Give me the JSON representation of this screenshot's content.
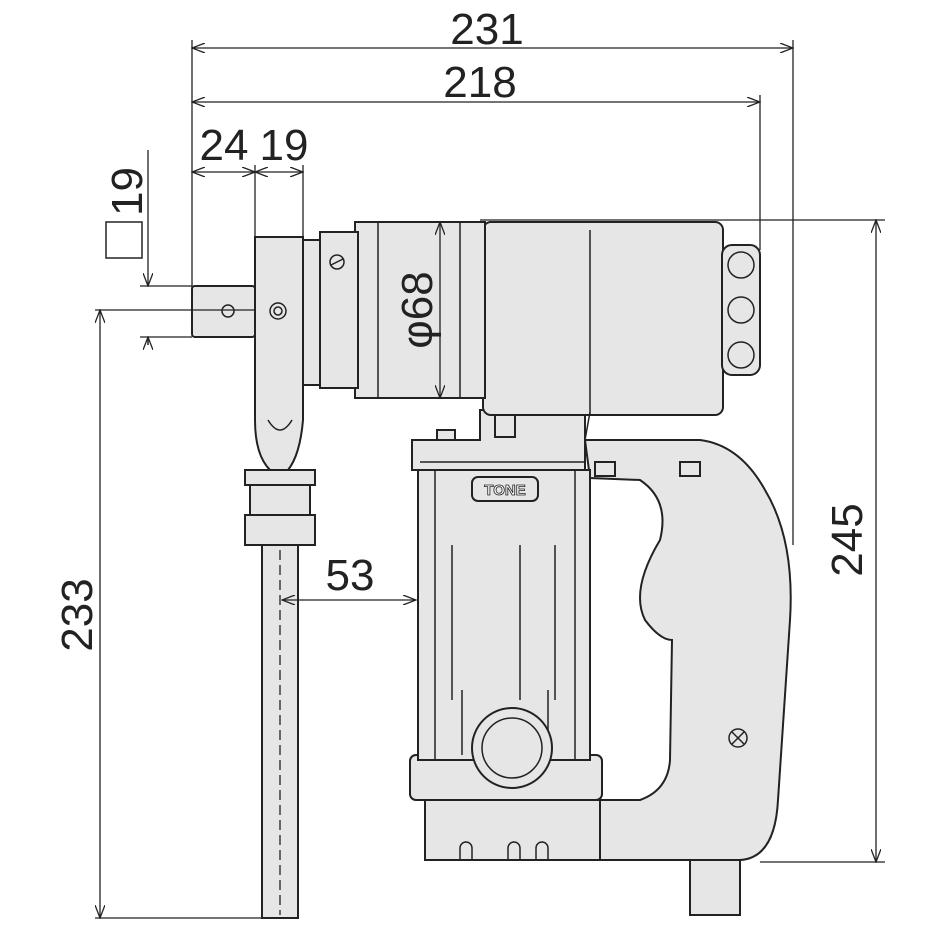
{
  "title": "Tool dimension drawing",
  "brand_logo": "TONE",
  "dimensions": {
    "overall_length": "231",
    "body_length": "218",
    "drive_offset": "24",
    "arm_width": "19",
    "square_drive_symbol": "□",
    "square_drive_size": "19",
    "head_diameter": "φ68",
    "arm_clearance": "53",
    "arm_length": "233",
    "overall_height": "245"
  },
  "colors": {
    "body_fill": "#e6e6e6",
    "line": "#222222"
  }
}
